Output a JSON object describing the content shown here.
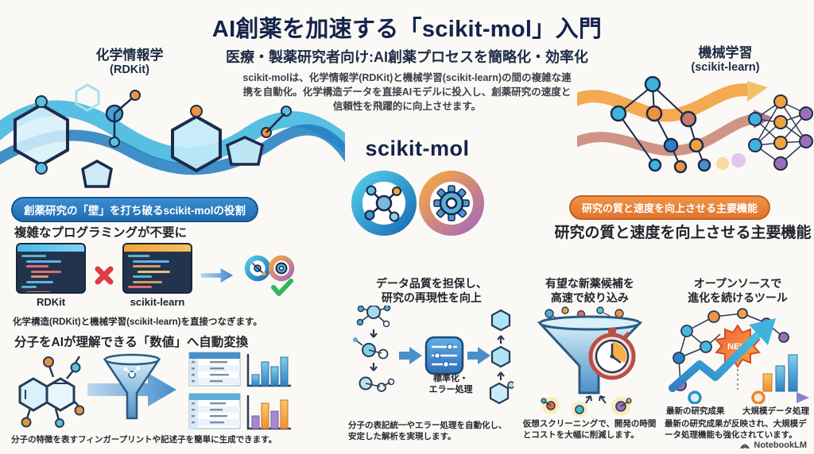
{
  "header": {
    "title": "AI創薬を加速する「scikit-mol」入門",
    "subtitle": "医療・製薬研究者向け:AI創薬プロセスを簡略化・効率化",
    "description_lines": [
      "scikit-molは、化学情報学(RDKit)と機械学習(scikit-learn)の間の複雑な連",
      "携を自動化。化学構造データを直接AIモデルに投入し、創薬研究の速度と",
      "信頼性を飛躍的に向上させます。"
    ]
  },
  "top_left": {
    "label": "化学情報学",
    "sublabel": "(RDKit)"
  },
  "top_right": {
    "label": "機械学習",
    "sublabel": "(scikit-learn)"
  },
  "center": {
    "logo_text": "scikit-mol"
  },
  "left_section": {
    "badge": "創薬研究の「壁」を打ち破るscikit-molの役割",
    "block1": {
      "heading": "複雑なプログラミングが不要に",
      "code_left_label": "RDKit",
      "code_right_label": "scikit-learn",
      "caption": "化学構造(RDKit)と機械学習(scikit-learn)を直接つなぎます。"
    },
    "block2": {
      "heading": "分子をAIが理解できる「数値」へ自動変換",
      "caption": "分子の特徴を表すフィンガープリントや記述子を簡単に生成できます。"
    }
  },
  "right_section": {
    "badge": "研究の質と速度を向上させる主要機能",
    "heading": "研究の質と速度を向上させる主要機能",
    "columns": [
      {
        "title1": "データ品質を担保し、",
        "title2": "研究の再現性を向上",
        "icon_label1": "標準化・",
        "icon_label2": "エラー処理",
        "caption": "分子の表記統一やエラー処理を自動化し、安定した解析を実現します。"
      },
      {
        "title1": "有望な新薬候補を",
        "title2": "高速で絞り込み",
        "caption": "仮想スクリーニングで、開発の時間とコストを大幅に削減します。"
      },
      {
        "title1": "オープンソースで",
        "title2": "進化を続けるツール",
        "badge_new": "NEW",
        "timeline_left": "最新の研究成果",
        "timeline_right": "大規模データ処理",
        "caption": "最新の研究成果が反映され、大規模データ処理機能も強化されています。"
      }
    ]
  },
  "footer": {
    "watermark": "NotebookLM"
  },
  "colors": {
    "accent_blue": "#1f7cc0",
    "accent_teal": "#45b8e0",
    "accent_orange": "#ef8f43",
    "accent_purple": "#9b6fb8",
    "dark_navy": "#14234a",
    "background": "#fbf9f5",
    "badge_blue": "#2a7cc0",
    "badge_orange": "#e8833a",
    "check_green": "#2eb85c",
    "error_red": "#dd3d43"
  }
}
